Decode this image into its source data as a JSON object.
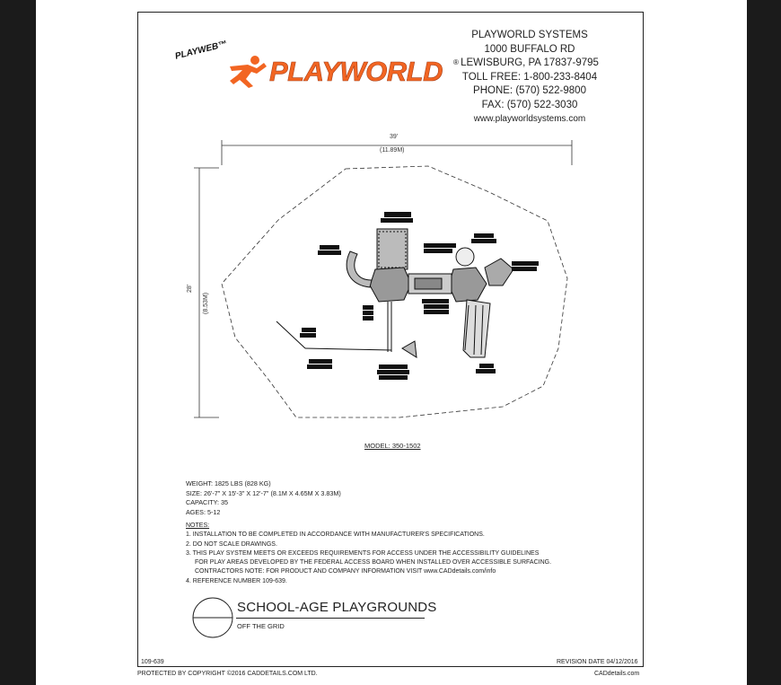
{
  "brand": {
    "tag": "PLAYWEB™",
    "logo_text": "PLAYWORLD",
    "registered": "®",
    "accent": "#f26522"
  },
  "company": {
    "name": "PLAYWORLD SYSTEMS",
    "address1": "1000 BUFFALO RD",
    "address2": "LEWISBURG, PA 17837-9795",
    "tollfree": "TOLL FREE: 1-800-233-8404",
    "phone": "PHONE: (570) 522-9800",
    "fax": "FAX: (570) 522-3030",
    "web": "www.playworldsystems.com"
  },
  "drawing": {
    "width_label": "39'",
    "width_metric": "(11.89M)",
    "height_label": "28'",
    "height_metric": "(8.53M)",
    "model": "MODEL: 350-1502"
  },
  "specs": {
    "weight": "WEIGHT: 1825 LBS (828 KG)",
    "size": "SIZE: 26'-7\" X 15'-3\" X 12'-7\" (8.1M X 4.65M X 3.83M)",
    "capacity": "CAPACITY: 35",
    "ages": "AGES: 5-12"
  },
  "notes": {
    "heading": "NOTES:",
    "n1": "1.  INSTALLATION TO BE COMPLETED IN ACCORDANCE WITH MANUFACTURER'S SPECIFICATIONS.",
    "n2": "2.  DO NOT SCALE DRAWINGS.",
    "n3a": "3.  THIS PLAY SYSTEM MEETS OR EXCEEDS REQUIREMENTS FOR ACCESS UNDER THE ACCESSIBILITY GUIDELINES",
    "n3b": "FOR PLAY AREAS DEVELOPED BY THE FEDERAL ACCESS BOARD WHEN INSTALLED OVER ACCESSIBLE SURFACING.",
    "n3c": "CONTRACTORS NOTE: FOR PRODUCT AND COMPANY INFORMATION VISIT www.CADdetails.com/info",
    "n4": "4.  REFERENCE NUMBER 109-639."
  },
  "title_block": {
    "title": "SCHOOL-AGE PLAYGROUNDS",
    "subtitle": "OFF THE GRID",
    "ref": "109-639",
    "revision": "REVISION DATE 04/12/2016"
  },
  "footer": {
    "copyright": "PROTECTED BY COPYRIGHT ©2016 CADDETAILS.COM LTD.",
    "site": "CADdetails.com"
  }
}
